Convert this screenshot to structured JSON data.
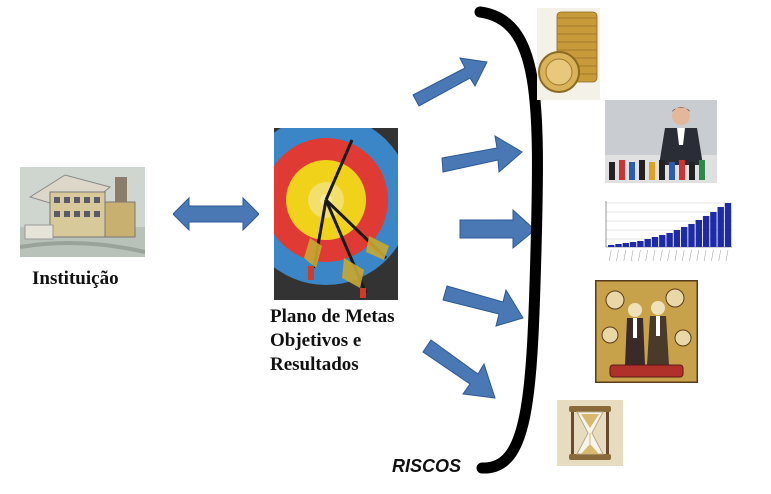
{
  "labels": {
    "institution": "Instituição",
    "plan_line1": "Plano de Metas",
    "plan_line2": "Objetivos e",
    "plan_line3": "Resultados",
    "risks": "RISCOS"
  },
  "images": [
    {
      "name": "institution-building",
      "depicts": "aerial view of a building"
    },
    {
      "name": "target-with-arrows",
      "depicts": "archery target with arrows"
    },
    {
      "name": "coins",
      "depicts": "stack of coins"
    },
    {
      "name": "press-conference",
      "depicts": "speaker with microphones"
    },
    {
      "name": "mini-bar-chart",
      "depicts": "blue bar chart"
    },
    {
      "name": "business-illustration",
      "depicts": "businesspeople illustration"
    },
    {
      "name": "hourglass",
      "depicts": "hourglass"
    }
  ],
  "colors": {
    "arrow_fill": "#4a78b5",
    "arrow_stroke": "#2e5a94",
    "curve": "#000000",
    "bar_blue": "#1f2aa6"
  }
}
